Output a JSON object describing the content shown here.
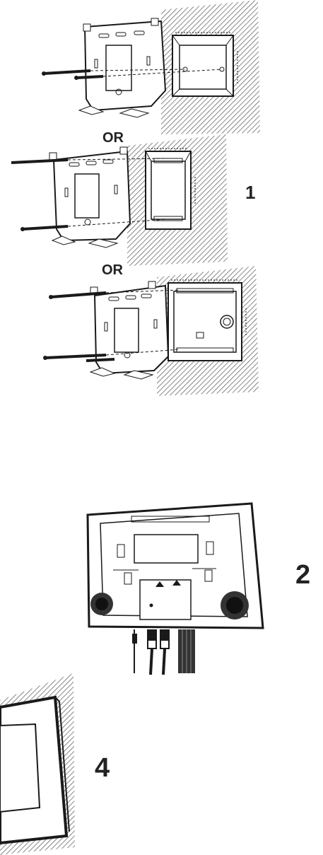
{
  "separators": [
    "OR",
    "OR"
  ],
  "steps": [
    "1",
    "2",
    "4"
  ],
  "colors": {
    "ink": "#1a1a1a",
    "hatch": "#555555",
    "wall": "#ffffff"
  }
}
